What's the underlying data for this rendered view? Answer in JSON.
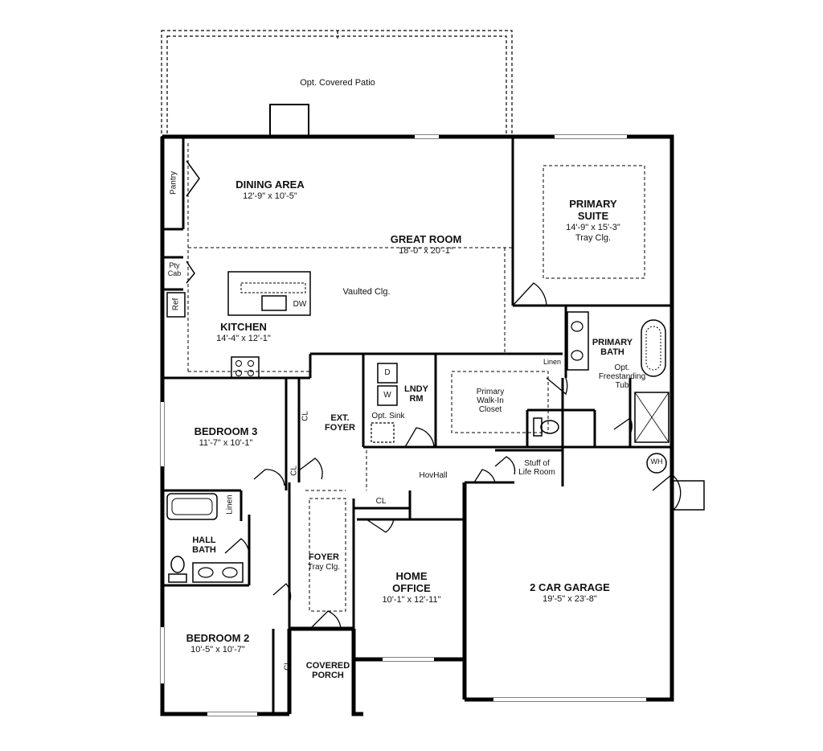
{
  "patio": {
    "label": "Opt. Covered Patio"
  },
  "rooms": {
    "dining": {
      "name": "DINING AREA",
      "dims": "12'-9\" x 10'-5\""
    },
    "great_room": {
      "name": "GREAT ROOM",
      "dims": "18'-0\" x 20'-1\"",
      "ceiling": "Vaulted Clg."
    },
    "kitchen": {
      "name": "KITCHEN",
      "dims": "14'-4\" x 12'-1\""
    },
    "primary_suite": {
      "name": "PRIMARY\nSUITE",
      "dims": "14'-9\" x 15'-3\"",
      "ceiling": "Tray Clg."
    },
    "primary_bath": {
      "name": "PRIMARY\nBATH",
      "note": "Opt.\nFreestanding\nTub"
    },
    "closet": {
      "name": "Primary\nWalk-In\nCloset"
    },
    "laundry": {
      "name": "LNDY\nRM",
      "note": "Opt. Sink"
    },
    "ext_foyer": {
      "name": "EXT.\nFOYER"
    },
    "bedroom3": {
      "name": "BEDROOM 3",
      "dims": "11'-7\" x 10'-1\""
    },
    "hall_bath": {
      "name": "HALL\nBATH"
    },
    "bedroom2": {
      "name": "BEDROOM 2",
      "dims": "10'-5\" x 10'-7\""
    },
    "foyer": {
      "name": "FOYER",
      "ceiling": "Tray Clg."
    },
    "home_office": {
      "name": "HOME\nOFFICE",
      "dims": "10'-1\" x 12'-11\""
    },
    "covered_porch": {
      "name": "COVERED\nPORCH"
    },
    "garage": {
      "name": "2 CAR GARAGE",
      "dims": "19'-5\" x 23'-8\""
    },
    "hovhall": {
      "name": "HovHall"
    },
    "stuff_of_life": {
      "name": "Stuff of\nLife Room"
    }
  },
  "fixtures": {
    "pantry": "Pantry",
    "pty_cab": "Pty\nCab",
    "ref": "Ref",
    "dw": "DW",
    "dryer": "D",
    "washer": "W",
    "linen_bath": "Linen",
    "linen_hall": "Linen",
    "wh": "WH",
    "cl": "CL"
  }
}
